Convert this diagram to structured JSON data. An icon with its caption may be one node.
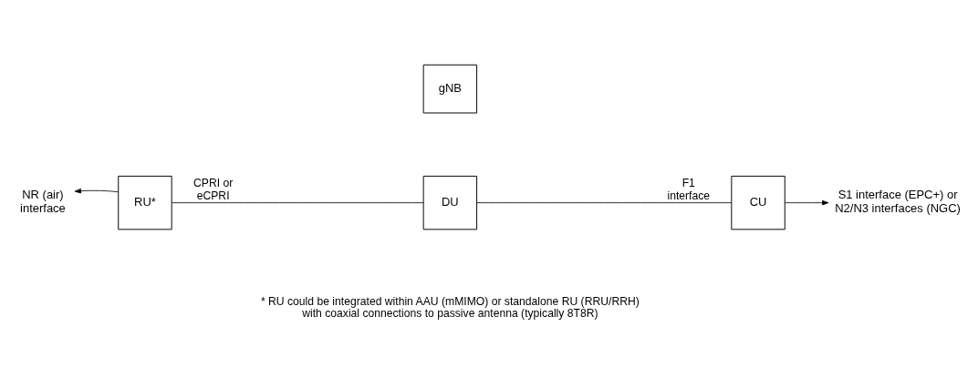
{
  "diagram": {
    "nodes": [
      {
        "text": [
          "gNB"
        ]
      },
      {
        "text": [
          "RU*"
        ]
      },
      {
        "text": [
          "DU"
        ]
      },
      {
        "text": [
          "CU"
        ]
      },
      {
        "text": [
          "NR (air) interface"
        ]
      },
      {
        "text": [
          "S1 interface (EPC+) or N2/N3 interfaces (NGC)"
        ]
      }
    ],
    "edges": [
      {
        "from": 1,
        "to": 2,
        "arrow": "none",
        "label": "CPRI or eCPRI"
      },
      {
        "from": 2,
        "to": 3,
        "arrow": "none",
        "label": "F1 interface"
      },
      {
        "from": 1,
        "to": 4,
        "arrow": "to"
      },
      {
        "from": 3,
        "to": 5,
        "arrow": "to"
      }
    ],
    "labels": [
      "* RU could be integrated within AAU (mMIMO) or standalone RU (RRU/RRH) with coaxial connections to passive antenna (typically 8T8R)"
    ]
  }
}
